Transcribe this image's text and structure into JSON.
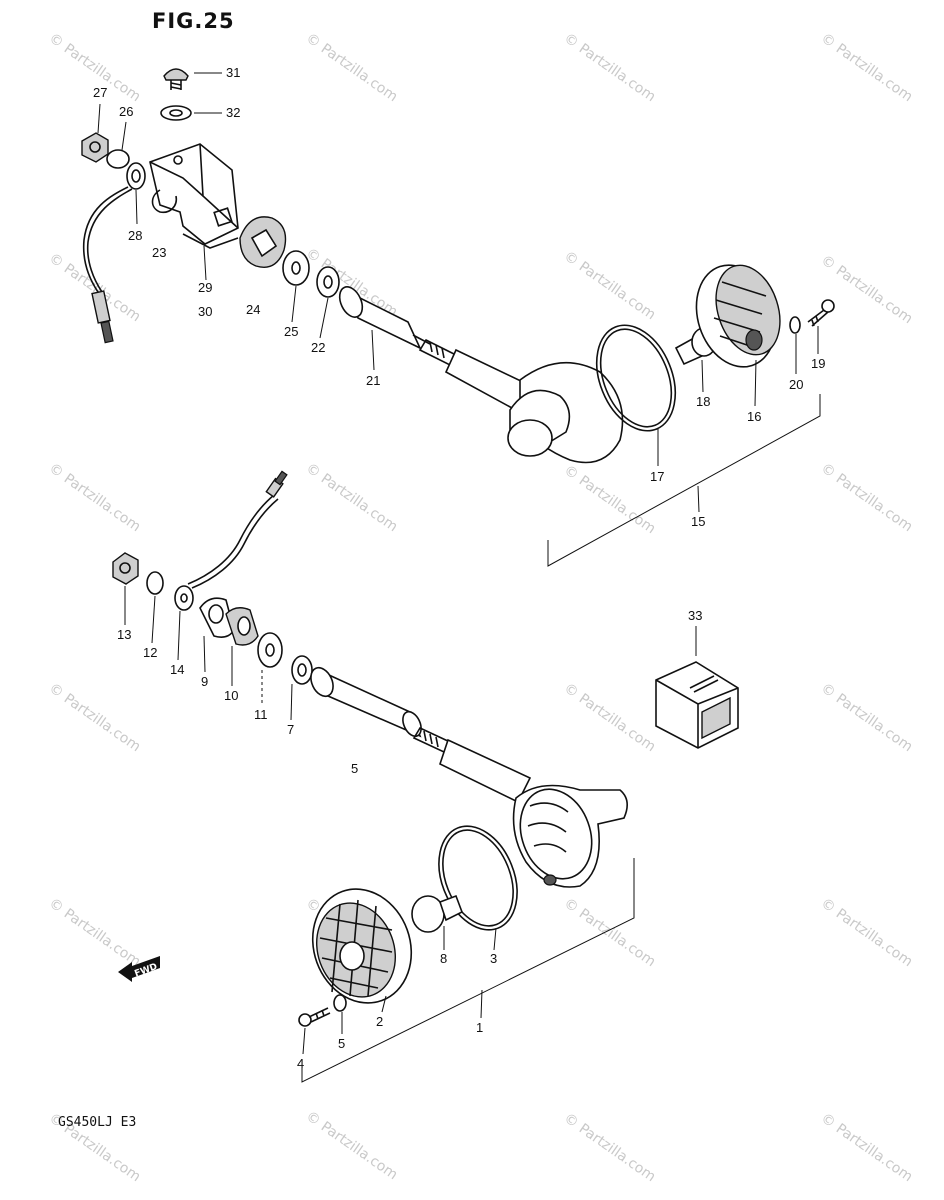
{
  "figure": {
    "title": "FIG.25",
    "model_code": "GS450LJ E3"
  },
  "watermark": {
    "text": "© Partzilla.com"
  },
  "fwd_arrow": {
    "text": "FWD"
  },
  "callouts": {
    "p1": "1",
    "p2": "2",
    "p3": "3",
    "p4": "4",
    "p5": "5",
    "p5b": "5",
    "p7": "7",
    "p8": "8",
    "p9": "9",
    "p10": "10",
    "p11": "11",
    "p12": "12",
    "p13": "13",
    "p14": "14",
    "p15": "15",
    "p16": "16",
    "p17": "17",
    "p18": "18",
    "p19": "19",
    "p20": "20",
    "p21": "21",
    "p22": "22",
    "p23": "23",
    "p24": "24",
    "p25": "25",
    "p26": "26",
    "p27": "27",
    "p28": "28",
    "p29": "29",
    "p30": "30",
    "p31": "31",
    "p32": "32",
    "p33": "33"
  }
}
